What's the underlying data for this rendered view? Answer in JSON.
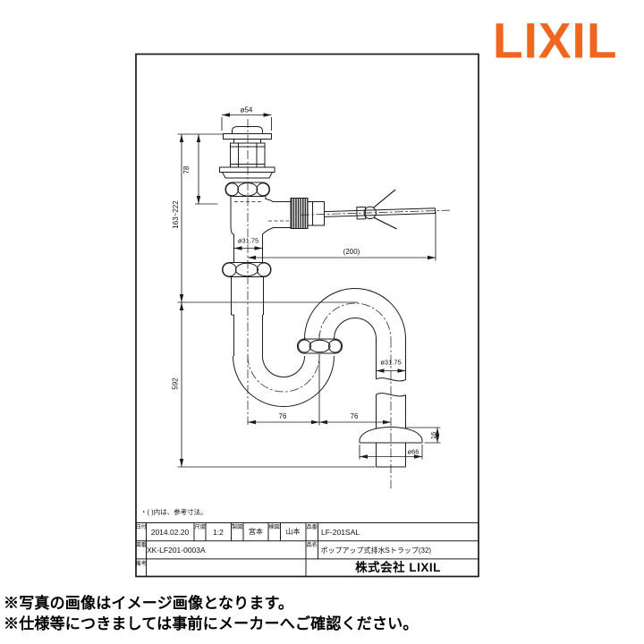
{
  "logo": {
    "text": "LIXIL",
    "color": "#F0661E"
  },
  "drawing": {
    "note": "・( )内は、参考寸法。",
    "dims": {
      "d54": "ø54",
      "d78": "78",
      "d163_222": "163~222",
      "d31_75_top": "ø31.75",
      "d200": "(200)",
      "d592": "592",
      "d76_left": "76",
      "d76_right": "76",
      "d31_75_right": "ø31.75",
      "d16": "16",
      "d66": "ø66"
    },
    "title_block": {
      "date_label": "日付",
      "date": "2014.02.20",
      "scale_label": "尺度",
      "scale": "1:2",
      "drafter_label": "製図",
      "drafter": "宮本",
      "checker_label": "検図",
      "checker": "山本",
      "part_no_label": "品番",
      "part_no": "LF-201SAL",
      "dwg_no_label": "図番",
      "dwg_no": "XK-LF201-0003A",
      "name_label": "品名",
      "name": "ポップアップ式排水Sトラップ(32)",
      "remarks_label": "備考",
      "remarks": "",
      "company": "株式会社 LIXIL"
    }
  },
  "footer": {
    "line1": "※写真の画像はイメージ画像となります。",
    "line2": "※仕様等につきましては事前にメーカーへご確認ください。"
  },
  "colors": {
    "line": "#1b1b1b",
    "logo_orange": "#F0661E"
  }
}
